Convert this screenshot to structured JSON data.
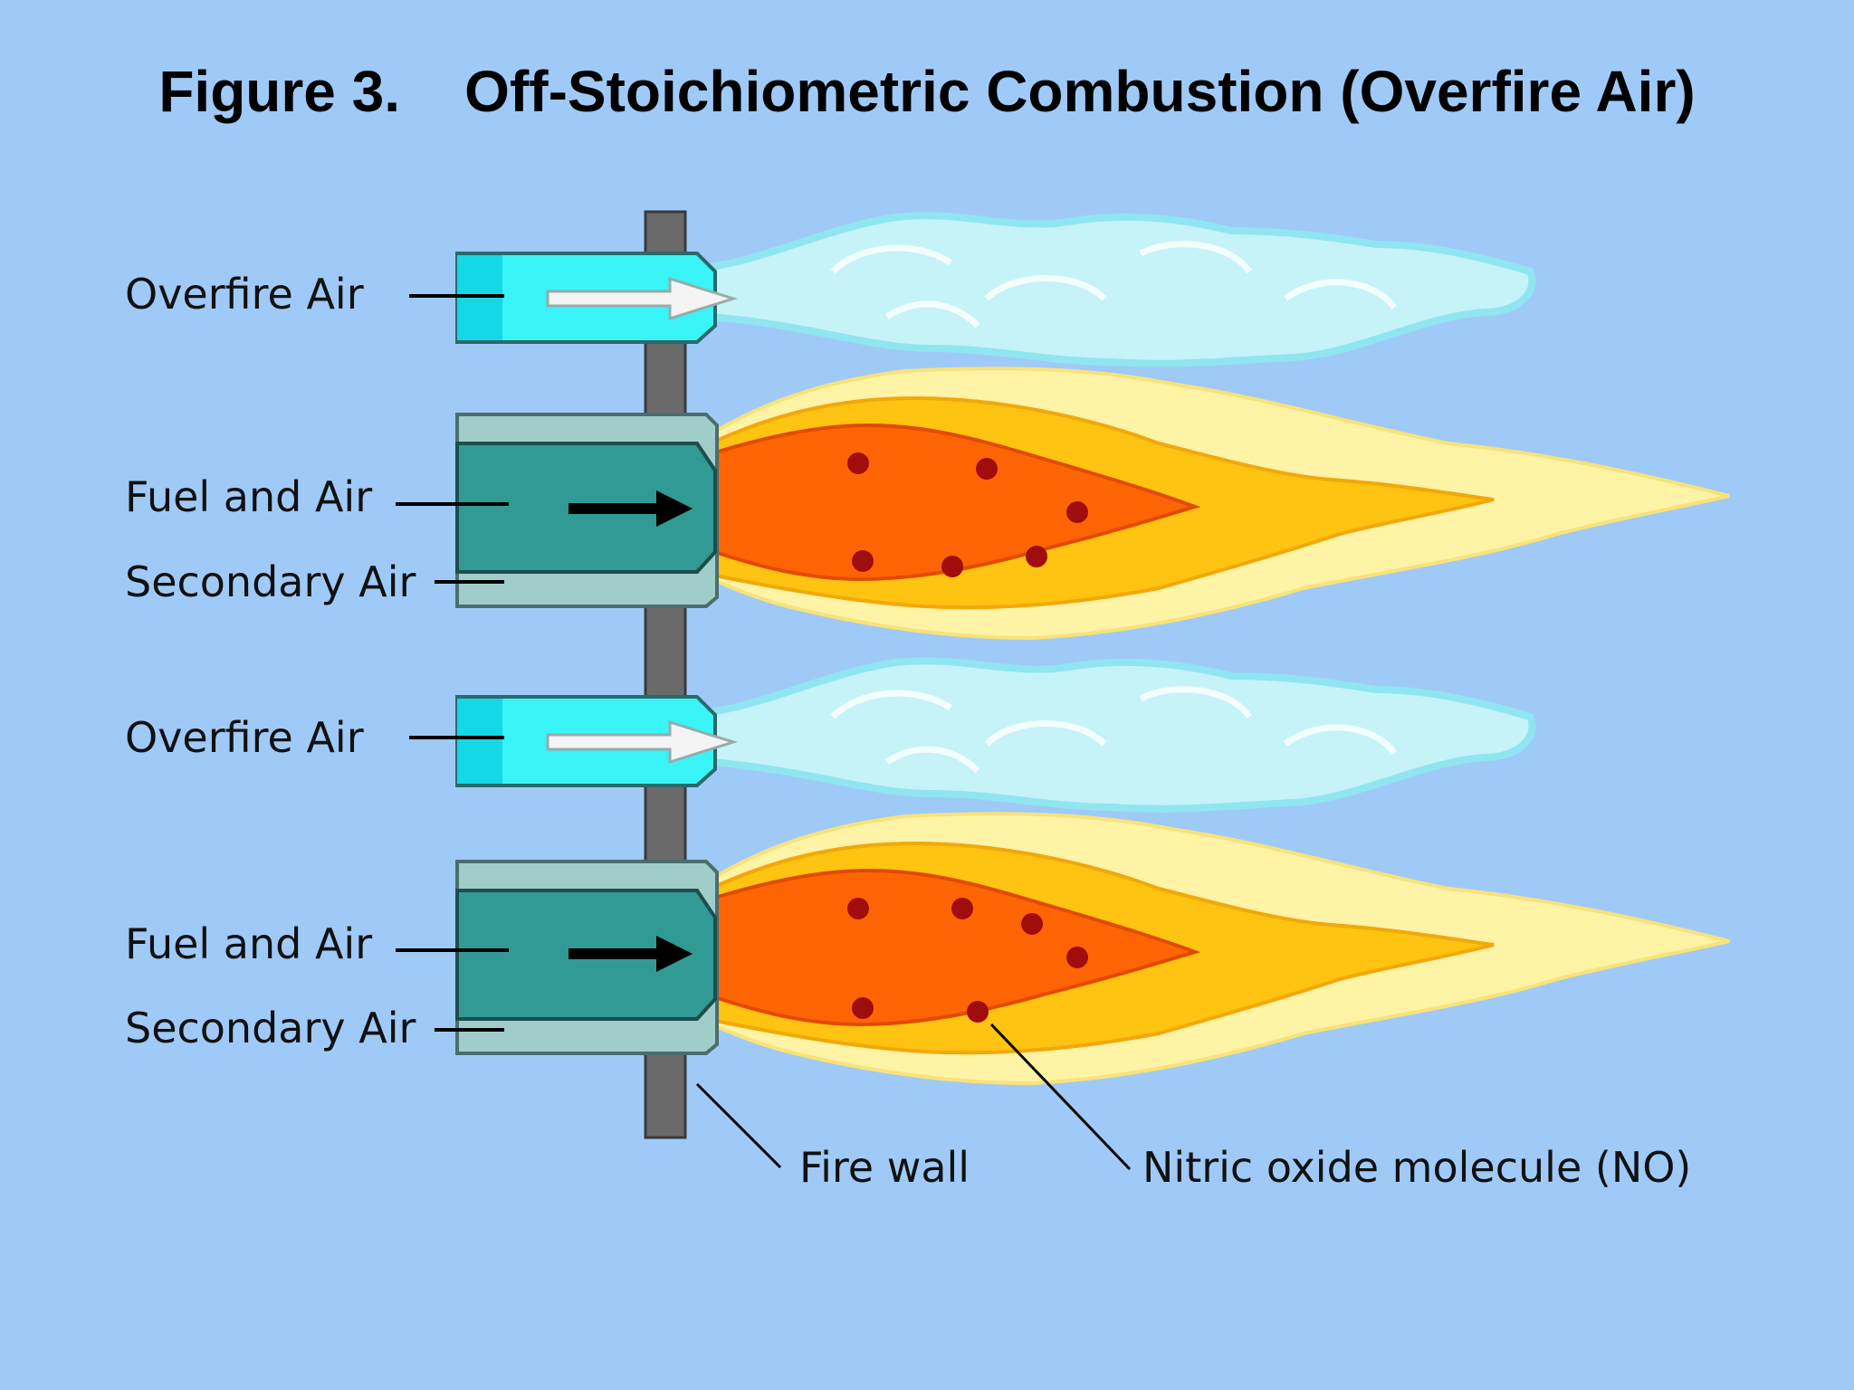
{
  "title": "Figure 3.    Off-Stoichiometric Combustion (Overfire Air)",
  "labels": {
    "overfire_air_top": "Overfire Air",
    "fuel_and_air_top": "Fuel and Air",
    "secondary_air_top": "Secondary Air",
    "overfire_air_bottom": "Overfire Air",
    "fuel_and_air_bottom": "Fuel and Air",
    "secondary_air_bottom": "Secondary Air",
    "fire_wall": "Fire wall",
    "nitric_oxide": "Nitric oxide molecule (NO)"
  },
  "colors": {
    "background": "#9fcaf8",
    "overfire_nozzle": "#38f4f6",
    "fuel_nozzle": "#319a94",
    "secondary_sleeve": "#a0cdca",
    "fire_wall": "#6a6a6a",
    "flame_outer": "#fff3a6",
    "flame_mid": "#ffc311",
    "flame_core": "#fd6504",
    "no_molecule": "#a10d0d",
    "air_plume": "#d4f8fb"
  }
}
